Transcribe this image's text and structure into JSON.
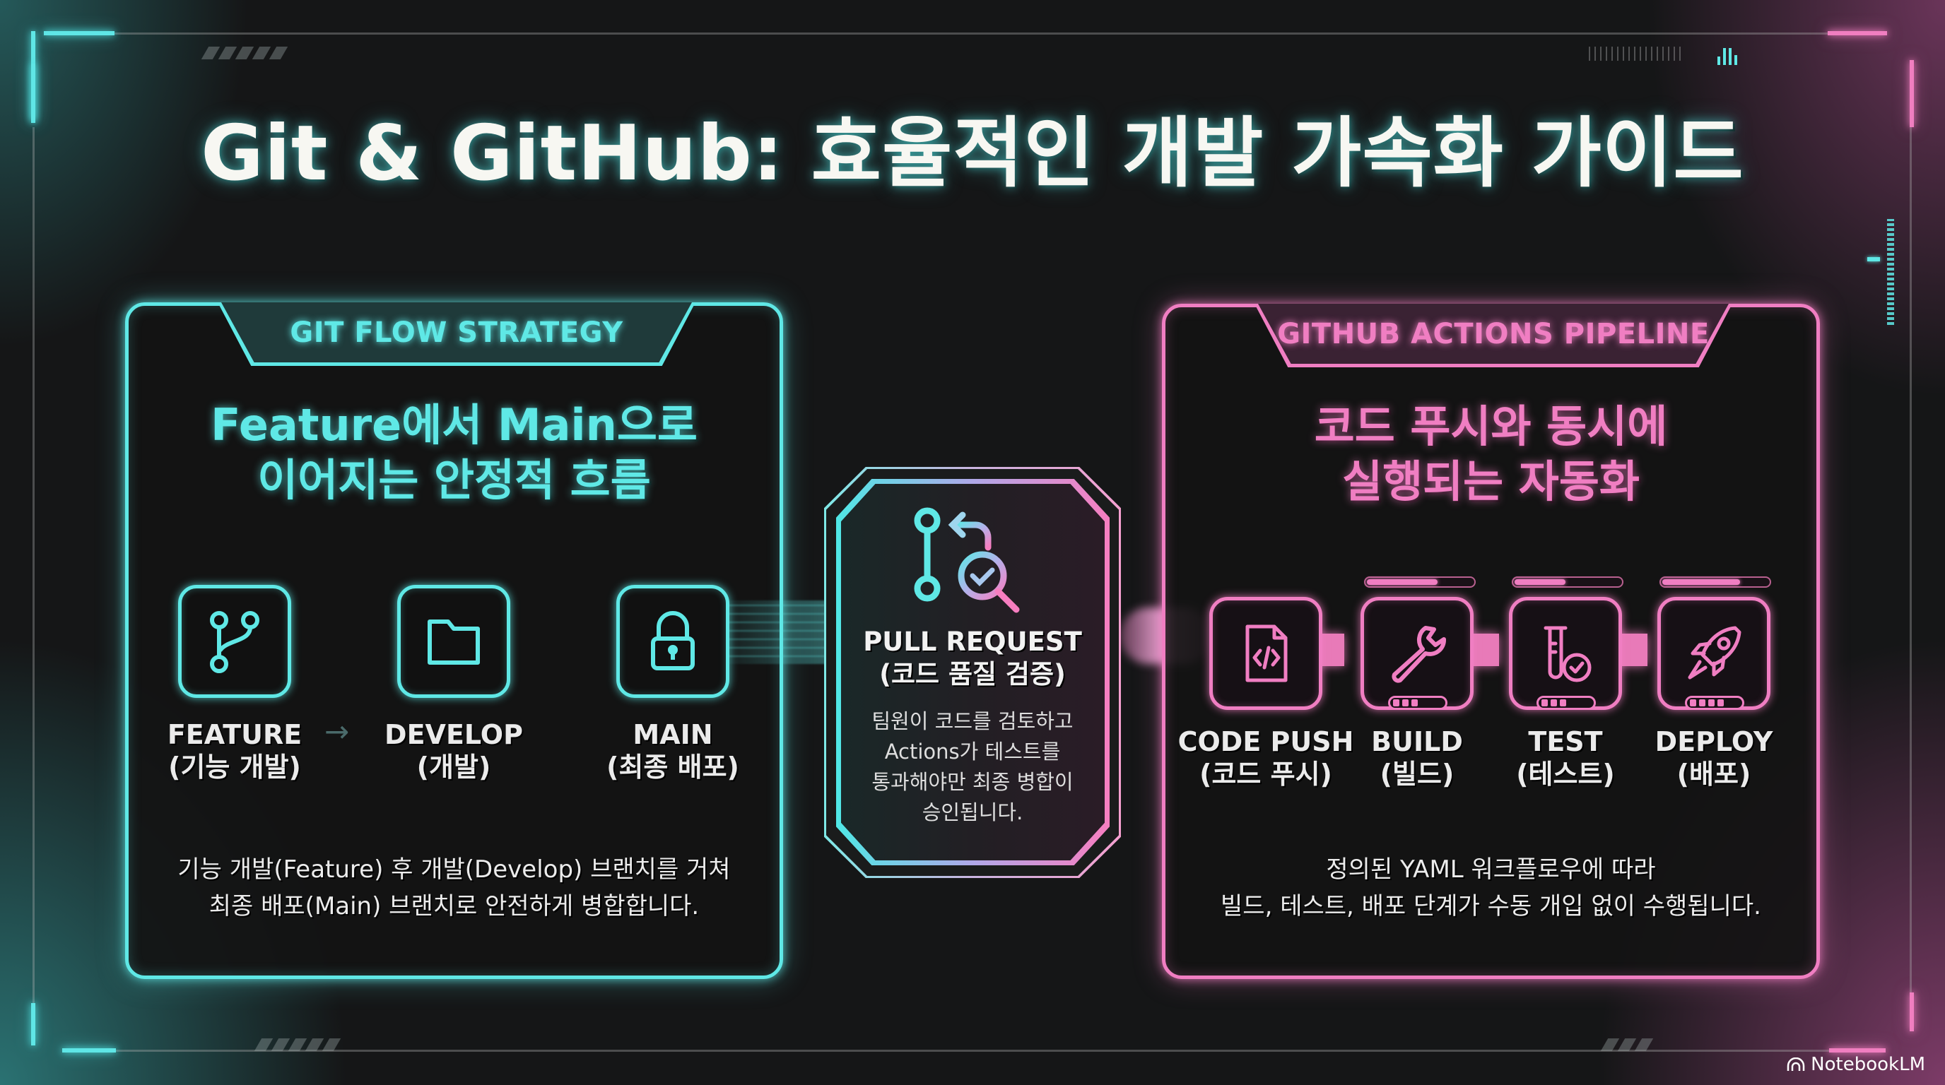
{
  "title": "Git & GitHub: 효율적인 개발 가속화 가이드",
  "colors": {
    "background": "#151617",
    "cyan_accent": "#5fe8e6",
    "pink_accent": "#f07ec2",
    "text": "#ececec"
  },
  "left_panel": {
    "tab_label": "GIT FLOW STRATEGY",
    "headline_line1": "Feature에서 Main으로",
    "headline_line2": "이어지는 안정적 흐름",
    "steps": [
      {
        "icon": "git-branch-icon",
        "label": "FEATURE",
        "sublabel": "(기능 개발)"
      },
      {
        "icon": "folder-icon",
        "label": "DEVELOP",
        "sublabel": "(개발)"
      },
      {
        "icon": "lock-icon",
        "label": "MAIN",
        "sublabel": "(최종 배포)"
      }
    ],
    "arrow": "→",
    "description_line1": "기능 개발(Feature) 후 개발(Develop) 브랜치를 거쳐",
    "description_line2": "최종 배포(Main) 브랜치로 안전하게 병합합니다."
  },
  "center_card": {
    "icon": "pull-request-review-icon",
    "title_line1": "PULL REQUEST",
    "title_line2": "(코드 품질 검증)",
    "description_lines": [
      "팀원이 코드를 검토하고",
      "Actions가 테스트를",
      "통과해야만 최종 병합이",
      "승인됩니다."
    ]
  },
  "right_panel": {
    "tab_label": "GITHUB ACTIONS PIPELINE",
    "headline_line1": "코드 푸시와 동시에",
    "headline_line2": "실행되는 자동화",
    "steps": [
      {
        "icon": "code-file-icon",
        "label": "CODE PUSH",
        "sublabel": "(코드 푸시)"
      },
      {
        "icon": "wrench-icon",
        "label": "BUILD",
        "sublabel": "(빌드)"
      },
      {
        "icon": "test-tube-check-icon",
        "label": "TEST",
        "sublabel": "(테스트)"
      },
      {
        "icon": "rocket-icon",
        "label": "DEPLOY",
        "sublabel": "(배포)"
      }
    ],
    "description_line1": "정의된 YAML 워크플로우에 따라",
    "description_line2": "빌드, 테스트, 배포 단계가 수동 개입 없이 수행됩니다."
  },
  "watermark": "NotebookLM"
}
